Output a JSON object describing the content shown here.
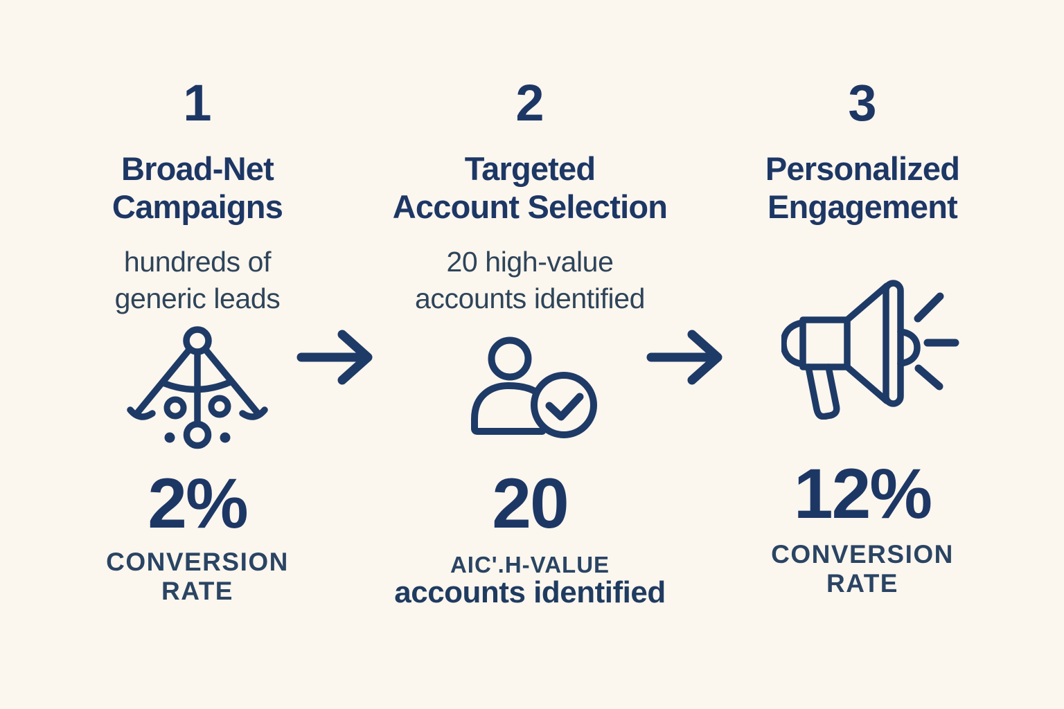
{
  "page": {
    "background_color": "#FBF6EE",
    "ink_color": "#1E3A66",
    "muted_color": "#2E4459"
  },
  "steps": [
    {
      "number": "1",
      "title": "Broad-Net\nCampaigns",
      "subtitle": "hundreds of\ngeneric leads",
      "icon": "funnel-net-icon",
      "stat_value": "2%",
      "stat_label": "CONVERSION\nRATE"
    },
    {
      "number": "2",
      "title": "Targeted\nAccount Selection",
      "subtitle": "20 high-value\naccounts identified",
      "icon": "user-check-icon",
      "stat_value": "20",
      "stat_label_caps": "AIC'.H-VALUE",
      "stat_label_sub": "accounts identified"
    },
    {
      "number": "3",
      "title": "Personalized\nEngagement",
      "subtitle": "",
      "icon": "megaphone-icon",
      "stat_value": "12%",
      "stat_label": "CONVERSION\nRATE"
    }
  ],
  "icons": {
    "step1": "funnel-net-icon",
    "step2": "user-check-icon",
    "step3": "megaphone-icon",
    "connector": "arrow-right-icon"
  }
}
